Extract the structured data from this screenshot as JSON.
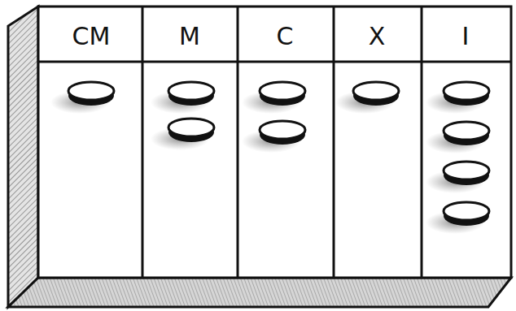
{
  "diagram": {
    "labels": [
      "CM",
      "M",
      "C",
      "X",
      "I"
    ]
  }
}
